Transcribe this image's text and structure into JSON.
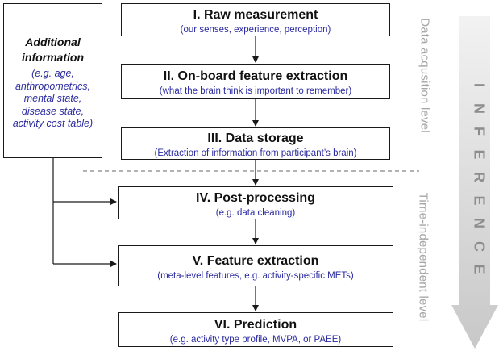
{
  "boxes": [
    {
      "title": "I. Raw measurement",
      "subtitle": "(our senses, experience, perception)"
    },
    {
      "title": "II. On-board feature extraction",
      "subtitle": "(what the brain think is important to remember)"
    },
    {
      "title": "III. Data storage",
      "subtitle": "(Extraction of information from participant’s brain)"
    },
    {
      "title": "IV. Post-processing",
      "subtitle": "(e.g. data cleaning)"
    },
    {
      "title": "V. Feature extraction",
      "subtitle": "(meta-level features, e.g. activity-specific METs)"
    },
    {
      "title": "VI. Prediction",
      "subtitle": "(e.g. activity type profile, MVPA, or PAEE)"
    }
  ],
  "info_box": {
    "title": "Additional information",
    "detail": "(e.g. age, anthropometrics, mental state, disease state, activity cost table)"
  },
  "side_labels": {
    "data_acquisition": "Data acqusition level",
    "time_independent": "Time-independent level",
    "inference": "INFERENCE"
  },
  "colors": {
    "subtitle": "#2a2aa0",
    "side_label": "#a6a6a6",
    "inference": "#8c8c8c",
    "line": "#1a1a1a",
    "divider": "#9a9a9a"
  }
}
